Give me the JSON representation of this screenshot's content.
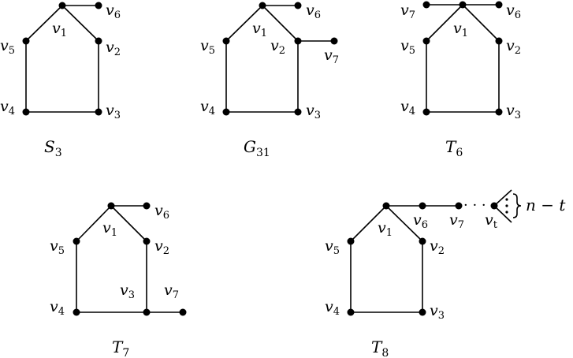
{
  "graphs": [
    {
      "id": "S3",
      "caption": {
        "main": "S",
        "sub": "3"
      },
      "labels": [
        {
          "main": "v",
          "sub": "1"
        },
        {
          "main": "v",
          "sub": "2"
        },
        {
          "main": "v",
          "sub": "3"
        },
        {
          "main": "v",
          "sub": "4"
        },
        {
          "main": "v",
          "sub": "5"
        },
        {
          "main": "v",
          "sub": "6"
        }
      ]
    },
    {
      "id": "G31",
      "caption": {
        "main": "G",
        "sub": "31"
      },
      "labels": [
        {
          "main": "v",
          "sub": "1"
        },
        {
          "main": "v",
          "sub": "2"
        },
        {
          "main": "v",
          "sub": "3"
        },
        {
          "main": "v",
          "sub": "4"
        },
        {
          "main": "v",
          "sub": "5"
        },
        {
          "main": "v",
          "sub": "6"
        },
        {
          "main": "v",
          "sub": "7"
        }
      ]
    },
    {
      "id": "T6",
      "caption": {
        "main": "T",
        "sub": "6"
      },
      "labels": [
        {
          "main": "v",
          "sub": "1"
        },
        {
          "main": "v",
          "sub": "2"
        },
        {
          "main": "v",
          "sub": "3"
        },
        {
          "main": "v",
          "sub": "4"
        },
        {
          "main": "v",
          "sub": "5"
        },
        {
          "main": "v",
          "sub": "6"
        },
        {
          "main": "v",
          "sub": "7"
        }
      ]
    },
    {
      "id": "T7",
      "caption": {
        "main": "T",
        "sub": "7"
      },
      "labels": [
        {
          "main": "v",
          "sub": "1"
        },
        {
          "main": "v",
          "sub": "2"
        },
        {
          "main": "v",
          "sub": "3"
        },
        {
          "main": "v",
          "sub": "4"
        },
        {
          "main": "v",
          "sub": "5"
        },
        {
          "main": "v",
          "sub": "6"
        },
        {
          "main": "v",
          "sub": "7"
        }
      ]
    },
    {
      "id": "T8",
      "caption": {
        "main": "T",
        "sub": "8"
      },
      "labels": [
        {
          "main": "v",
          "sub": "1"
        },
        {
          "main": "v",
          "sub": "2"
        },
        {
          "main": "v",
          "sub": "3"
        },
        {
          "main": "v",
          "sub": "4"
        },
        {
          "main": "v",
          "sub": "5"
        },
        {
          "main": "v",
          "sub": "6"
        },
        {
          "main": "v",
          "sub": "7"
        },
        {
          "main": "v",
          "sub": "t"
        }
      ],
      "ellipsis": "· · ·",
      "pendant_count": "n − t"
    }
  ]
}
